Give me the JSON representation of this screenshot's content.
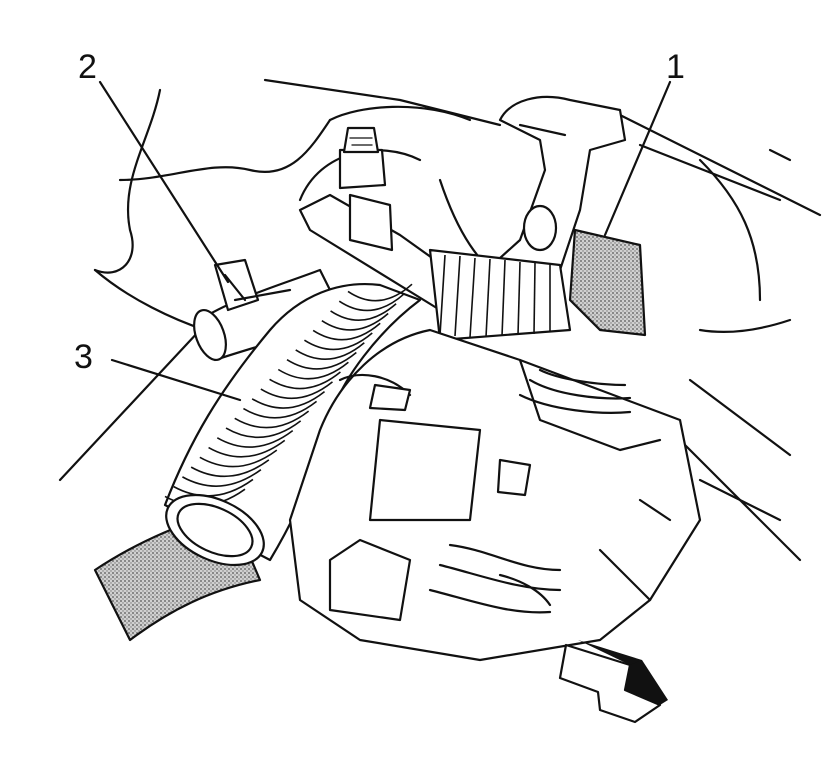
{
  "figure": {
    "callouts": [
      {
        "id": "1",
        "label": "1"
      },
      {
        "id": "2",
        "label": "2"
      },
      {
        "id": "3",
        "label": "3"
      }
    ],
    "colors": {
      "line": "#111111",
      "background": "#ffffff",
      "shading": "#9a9a9a"
    },
    "icons": {
      "direction_arrow": "arrow-right-down-icon"
    }
  }
}
